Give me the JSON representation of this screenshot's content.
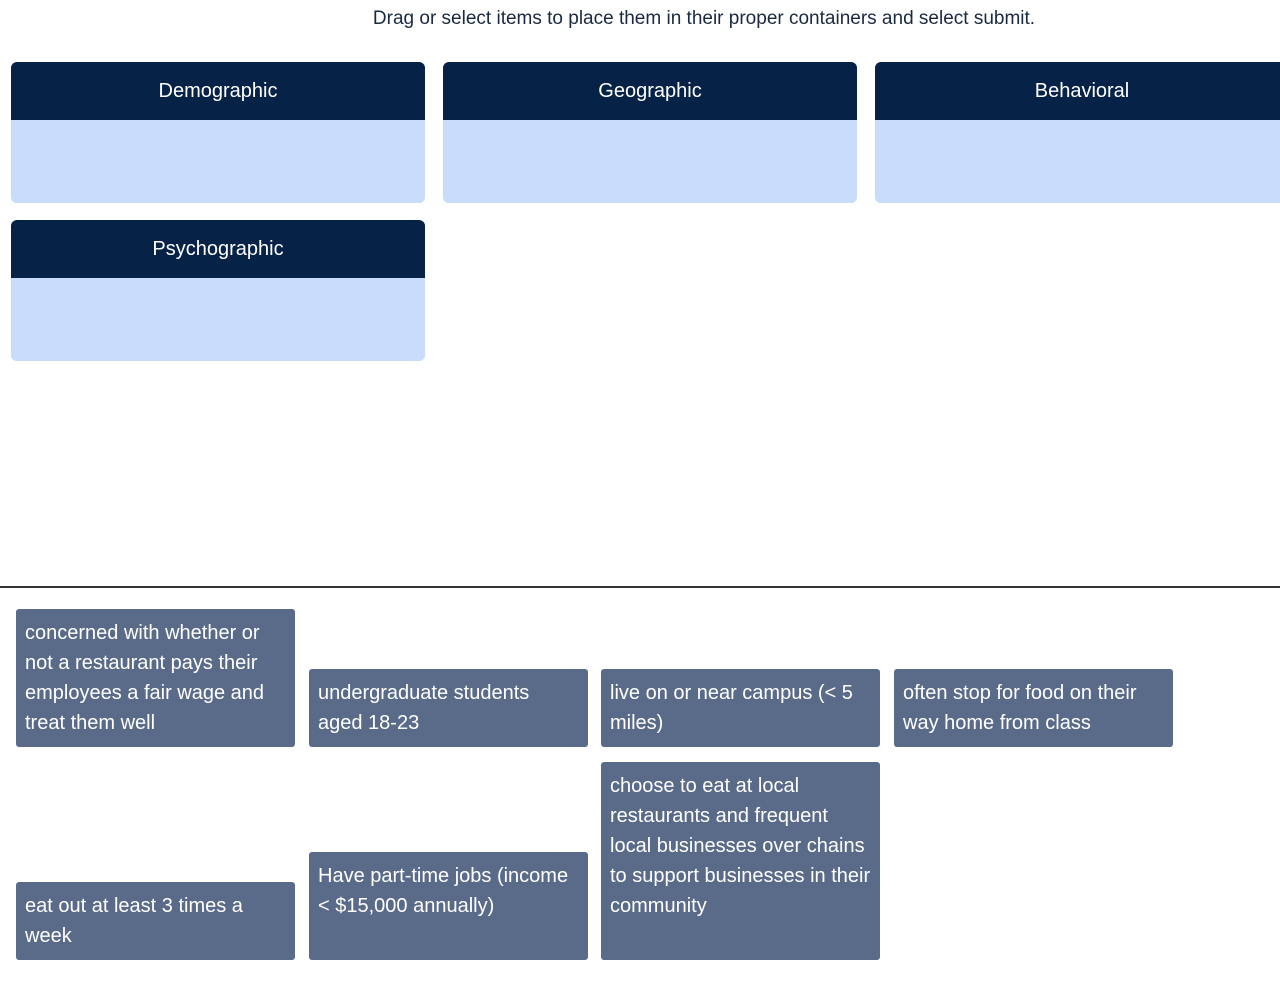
{
  "instructions": "Drag or select items to place them in their proper containers and select submit.",
  "containers": [
    {
      "label": "Demographic"
    },
    {
      "label": "Geographic"
    },
    {
      "label": "Behavioral"
    },
    {
      "label": "Psychographic"
    }
  ],
  "items": [
    {
      "text": "concerned with whether or not a restaurant pays their employees a fair wage and treat them well"
    },
    {
      "text": "undergraduate students aged 18-23"
    },
    {
      "text": "live on or near campus (< 5 miles)"
    },
    {
      "text": "often stop for food on their way home from class"
    },
    {
      "text": "eat out at least 3 times a week"
    },
    {
      "text": "Have part-time jobs (income < $15,000 annually)"
    },
    {
      "text": "choose to eat at local restaurants and frequent local businesses over chains to support businesses in their community"
    }
  ],
  "colors": {
    "header": "#072247",
    "drop_zone": "#c9dcfb",
    "item": "#5a6b8a"
  }
}
